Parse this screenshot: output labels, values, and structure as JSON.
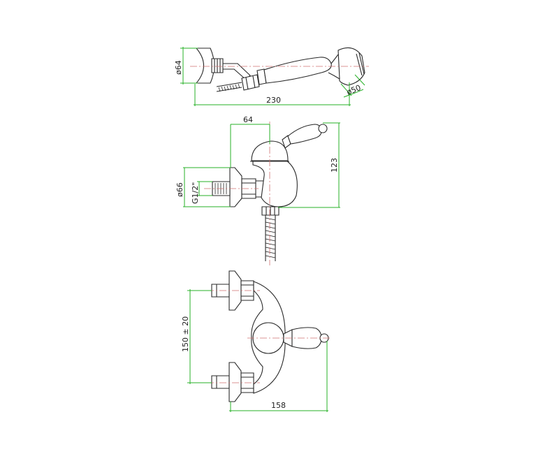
{
  "dimensions": {
    "handshower_head_diameter": "ø64",
    "handshower_length": "230",
    "handshower_spray_diameter": "ø50",
    "lever_offset": "64",
    "height": "123",
    "flange_diameter": "ø66",
    "inlet_thread": "G1/2\"",
    "center_distance": "150 ± 20",
    "width": "158"
  }
}
